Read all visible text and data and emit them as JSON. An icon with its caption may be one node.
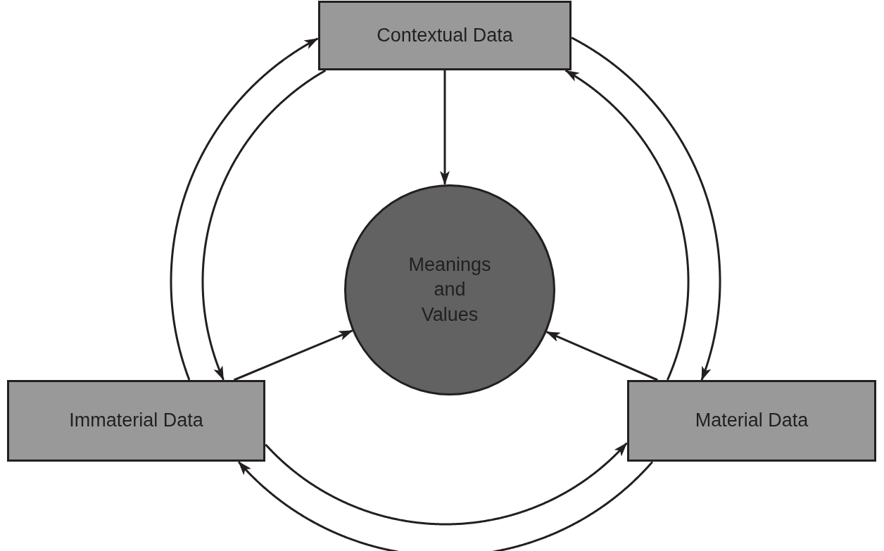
{
  "diagram": {
    "nodes": [
      {
        "text": [
          "Contextual Data"
        ]
      },
      {
        "text": [
          "Meanings and Values"
        ]
      },
      {
        "text": [
          "Immaterial Data"
        ]
      },
      {
        "text": [
          "Material Data"
        ]
      }
    ],
    "edges": [
      {
        "from": 0,
        "to": 1,
        "arrow": "to"
      },
      {
        "from": 2,
        "to": 1,
        "arrow": "to"
      },
      {
        "from": 3,
        "to": 1,
        "arrow": "to"
      },
      {
        "from": 2,
        "to": 0,
        "arrow": "to"
      },
      {
        "from": 0,
        "to": 2,
        "arrow": "to"
      },
      {
        "from": 0,
        "to": 3,
        "arrow": "to"
      },
      {
        "from": 3,
        "to": 0,
        "arrow": "to"
      },
      {
        "from": 2,
        "to": 3,
        "arrow": "to"
      },
      {
        "from": 3,
        "to": 2,
        "arrow": "to"
      }
    ]
  }
}
